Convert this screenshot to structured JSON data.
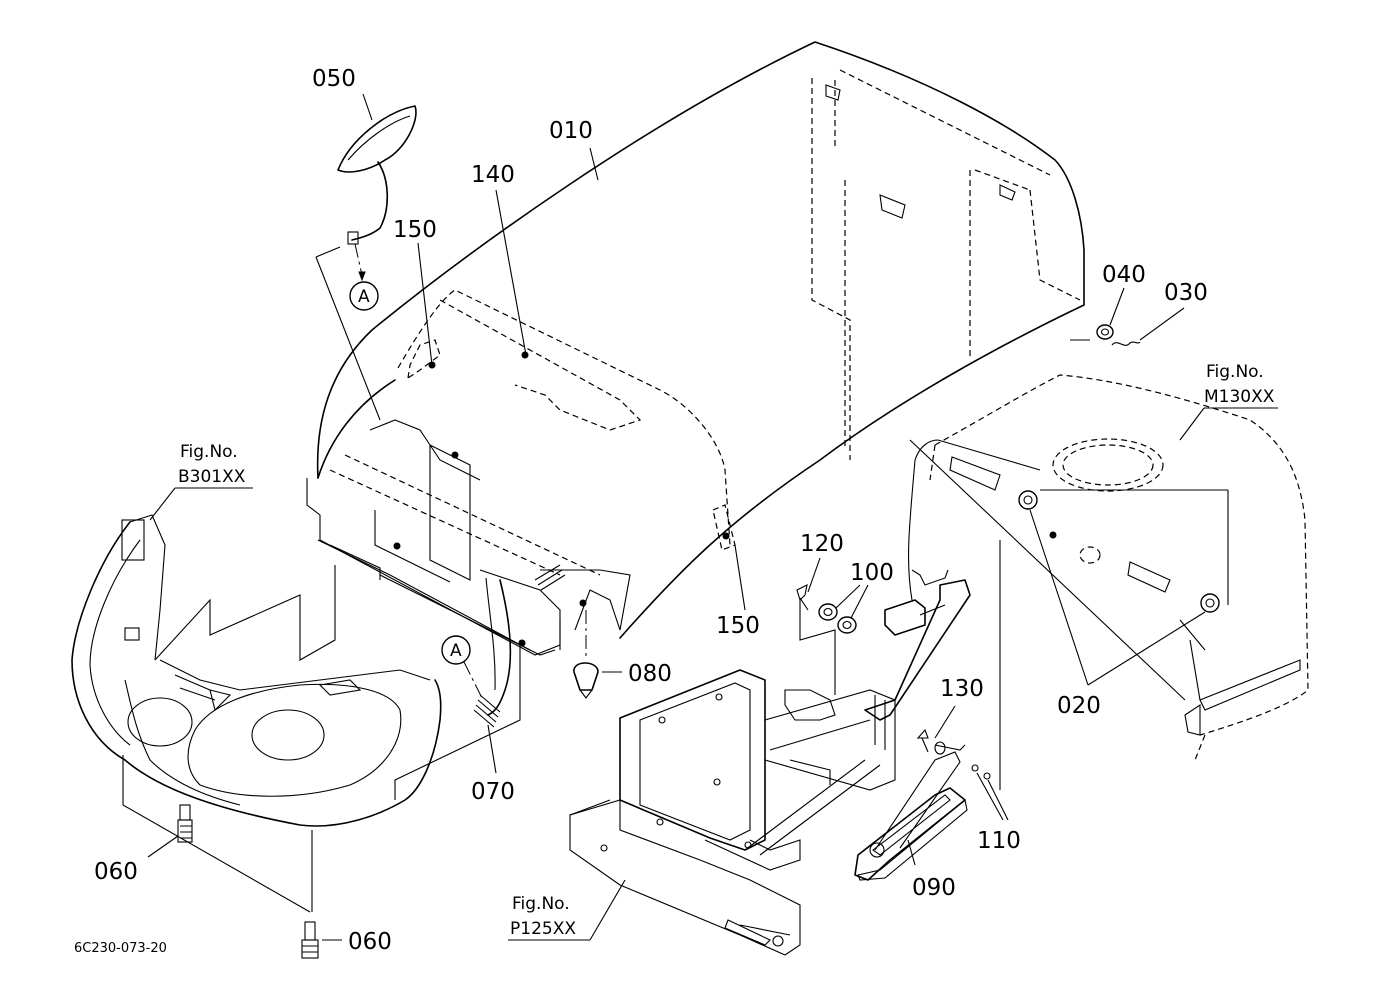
{
  "callouts": {
    "c010": "010",
    "c020": "020",
    "c030": "030",
    "c040": "040",
    "c050": "050",
    "c060a": "060",
    "c060b": "060",
    "c070": "070",
    "c080": "080",
    "c090": "090",
    "c100": "100",
    "c110": "110",
    "c120": "120",
    "c130": "130",
    "c140": "140",
    "c150a": "150",
    "c150b": "150"
  },
  "markers": {
    "a1": "A",
    "a2": "A"
  },
  "fig_refs": {
    "b301": {
      "title": "Fig.No.",
      "code": "B301XX"
    },
    "m130": {
      "title": "Fig.No.",
      "code": "M130XX"
    },
    "p125": {
      "title": "Fig.No.",
      "code": "P125XX"
    }
  },
  "drawing_code": "6C230-073-20"
}
